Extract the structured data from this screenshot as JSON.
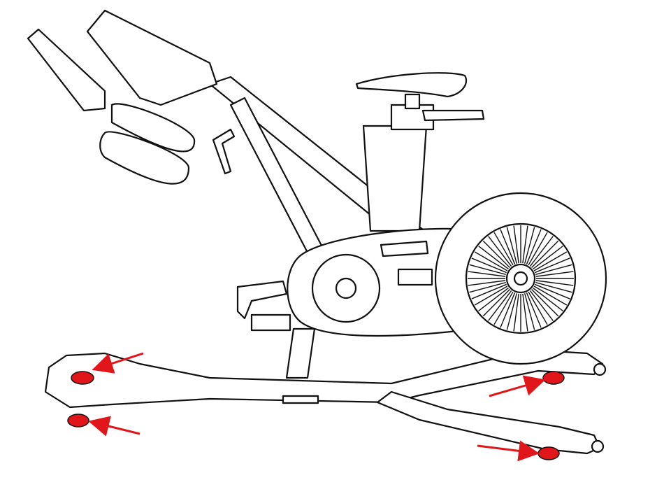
{
  "diagram": {
    "subject": "exercise-bike",
    "highlighted_parts": [
      "front-left-leveler",
      "front-right-leveler",
      "rear-left-leveler",
      "rear-right-leveler"
    ],
    "colors": {
      "line": "#111111",
      "highlight": "#e0161b",
      "arrow": "#e0161b",
      "background": "#ffffff"
    }
  }
}
